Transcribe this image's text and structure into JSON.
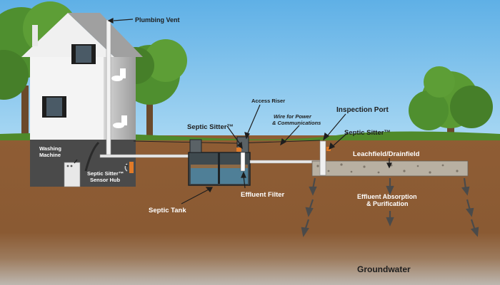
{
  "labels": {
    "plumbing_vent": "Plumbing Vent",
    "access_riser": "Access Riser",
    "wire_power_line1": "Wire for Power",
    "wire_power_line2": "& Communications",
    "inspection_port": "Inspection Port",
    "septic_sitter_tank": "Septic Sitter™",
    "septic_sitter_drainfield": "Septic Sitter™",
    "leachfield": "Leachfield/Drainfield",
    "washing_machine_line1": "Washing",
    "washing_machine_line2": "Machine",
    "sensor_hub_line1": "Septic Sitter™",
    "sensor_hub_line2": "Sensor Hub",
    "effluent_filter": "Effluent Filter",
    "septic_tank": "Septic Tank",
    "absorption_line1": "Effluent Absorption",
    "absorption_line2": "& Purification",
    "groundwater": "Groundwater"
  },
  "colors": {
    "sky": "#7cc0ea",
    "soil": "#8a5a33",
    "grass": "#4f8a2a",
    "house": "#f4f4f4",
    "basement": "#4a4a4a",
    "tank": "#3f4a4f",
    "water": "#4f7f97",
    "gravel": "#b8b0a2",
    "sensor": "#e07a28",
    "groundwater": "#b8b2ab"
  }
}
